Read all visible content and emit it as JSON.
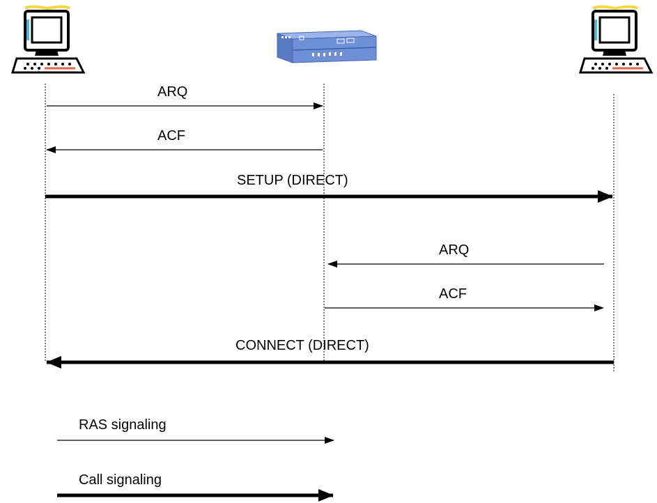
{
  "nodes": {
    "left_terminal": {
      "icon": "computer-terminal-icon"
    },
    "gatekeeper": {
      "icon": "gatekeeper-server-icon"
    },
    "right_terminal": {
      "icon": "computer-terminal-icon"
    }
  },
  "messages": [
    {
      "label": "ARQ",
      "type": "ras",
      "from": "left_terminal",
      "to": "gatekeeper"
    },
    {
      "label": "ACF",
      "type": "ras",
      "from": "gatekeeper",
      "to": "left_terminal"
    },
    {
      "label": "SETUP (DIRECT)",
      "type": "call",
      "from": "left_terminal",
      "to": "right_terminal"
    },
    {
      "label": "ARQ",
      "type": "ras",
      "from": "right_terminal",
      "to": "gatekeeper"
    },
    {
      "label": "ACF",
      "type": "ras",
      "from": "gatekeeper",
      "to": "right_terminal"
    },
    {
      "label": "CONNECT (DIRECT)",
      "type": "call",
      "from": "right_terminal",
      "to": "left_terminal"
    }
  ],
  "legend": {
    "ras_label": "RAS signaling",
    "call_label": "Call signaling"
  },
  "colors": {
    "line": "#000000",
    "server_body": "#6f8fd6",
    "server_top": "#9bb4ec",
    "terminal_accent": "#f5d742",
    "terminal_accent2": "#e06a4a",
    "terminal_screen": "#4db8d8"
  }
}
